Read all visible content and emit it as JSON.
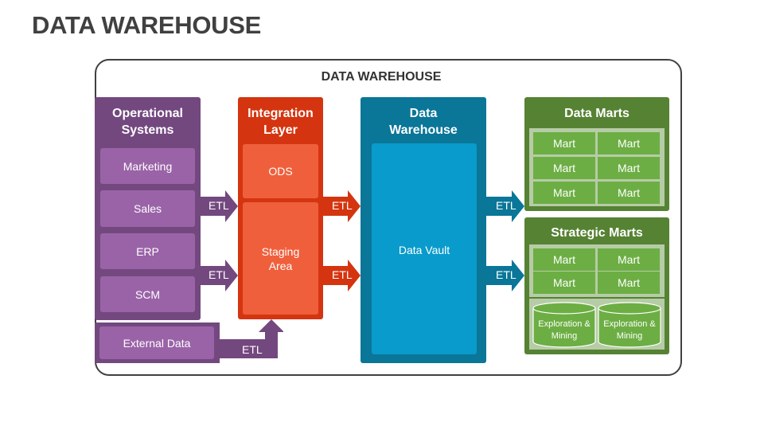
{
  "page_title": "DATA WAREHOUSE",
  "frame_title": "DATA WAREHOUSE",
  "colors": {
    "operational": "#73487f",
    "operational_box": "#9a63a7",
    "integration": "#d43510",
    "integration_box": "#f05f3c",
    "warehouse": "#0a7698",
    "warehouse_box": "#099bcb",
    "marts": "#568233",
    "mart_cell": "#6cae43",
    "mart_inner": "#b6cca6"
  },
  "operational": {
    "title_line1": "Operational",
    "title_line2": "Systems",
    "items": [
      "Marketing",
      "Sales",
      "ERP",
      "SCM"
    ],
    "external": "External Data"
  },
  "integration": {
    "title_line1": "Integration",
    "title_line2": "Layer",
    "ods": "ODS",
    "staging_line1": "Staging",
    "staging_line2": "Area"
  },
  "warehouse": {
    "title_line1": "Data",
    "title_line2": "Warehouse",
    "vault": "Data Vault"
  },
  "data_marts": {
    "title": "Data Marts",
    "cells": [
      "Mart",
      "Mart",
      "Mart",
      "Mart",
      "Mart",
      "Mart"
    ]
  },
  "strategic_marts": {
    "title": "Strategic Marts",
    "cells": [
      "Mart",
      "Mart",
      "Mart",
      "Mart"
    ],
    "cylinders": [
      {
        "line1": "Exploration &",
        "line2": "Mining"
      },
      {
        "line1": "Exploration &",
        "line2": "Mining"
      }
    ]
  },
  "arrows": {
    "label": "ETL"
  }
}
